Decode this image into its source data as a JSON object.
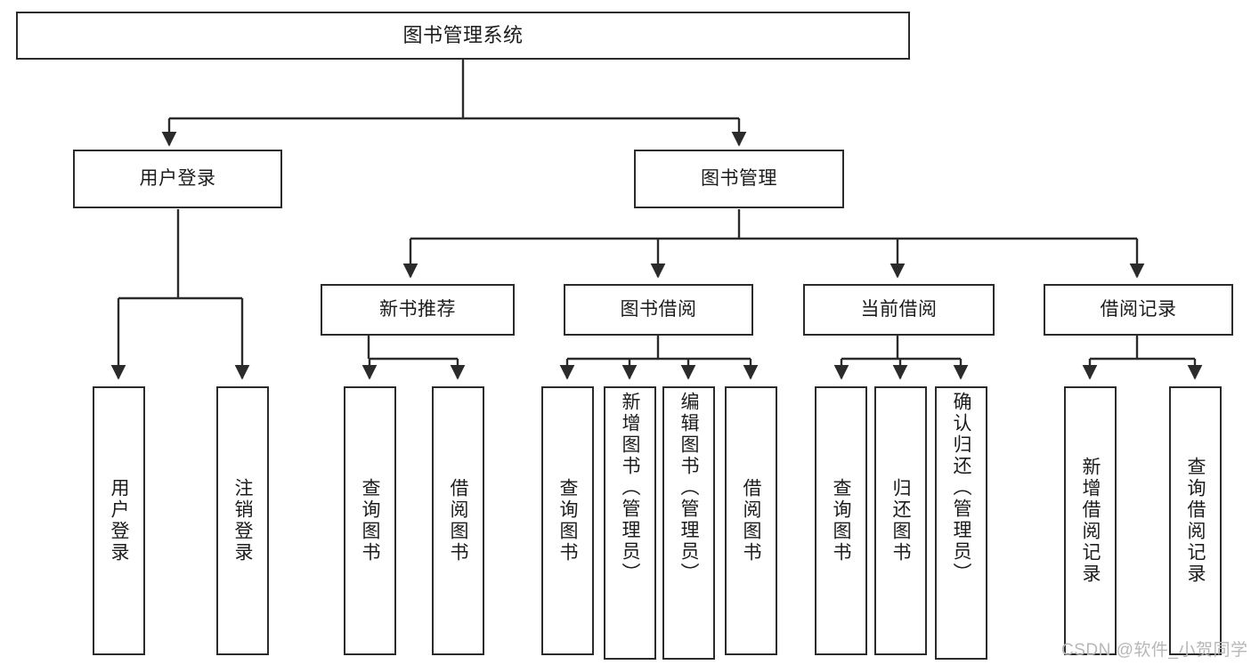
{
  "diagram": {
    "title": "图书管理系统",
    "type": "tree-hierarchy-functional-decomposition",
    "root": {
      "label": "图书管理系统"
    },
    "level2": [
      {
        "label": "用户登录"
      },
      {
        "label": "图书管理"
      }
    ],
    "level3": [
      {
        "label": "新书推荐"
      },
      {
        "label": "图书借阅"
      },
      {
        "label": "当前借阅"
      },
      {
        "label": "借阅记录"
      }
    ],
    "leaves": {
      "user_login": [
        {
          "label": "用户登录"
        },
        {
          "label": "注销登录"
        }
      ],
      "new_book_recommend": [
        {
          "label": "查询图书"
        },
        {
          "label": "借阅图书"
        }
      ],
      "book_borrow": [
        {
          "label": "查询图书"
        },
        {
          "label": "新增图书（管理员）"
        },
        {
          "label": "编辑图书（管理员）"
        },
        {
          "label": "借阅图书"
        }
      ],
      "current_borrow": [
        {
          "label": "查询图书"
        },
        {
          "label": "归还图书"
        },
        {
          "label": "确认归还（管理员）"
        }
      ],
      "borrow_record": [
        {
          "label": "新增借阅记录"
        },
        {
          "label": "查询借阅记录"
        }
      ]
    }
  },
  "watermark": {
    "text": "CSDN @软件_小贺同学"
  },
  "colors": {
    "stroke": "#2b2b2b",
    "background": "#ffffff",
    "text": "#1c1c1c",
    "watermark": "#b7b7b7"
  }
}
